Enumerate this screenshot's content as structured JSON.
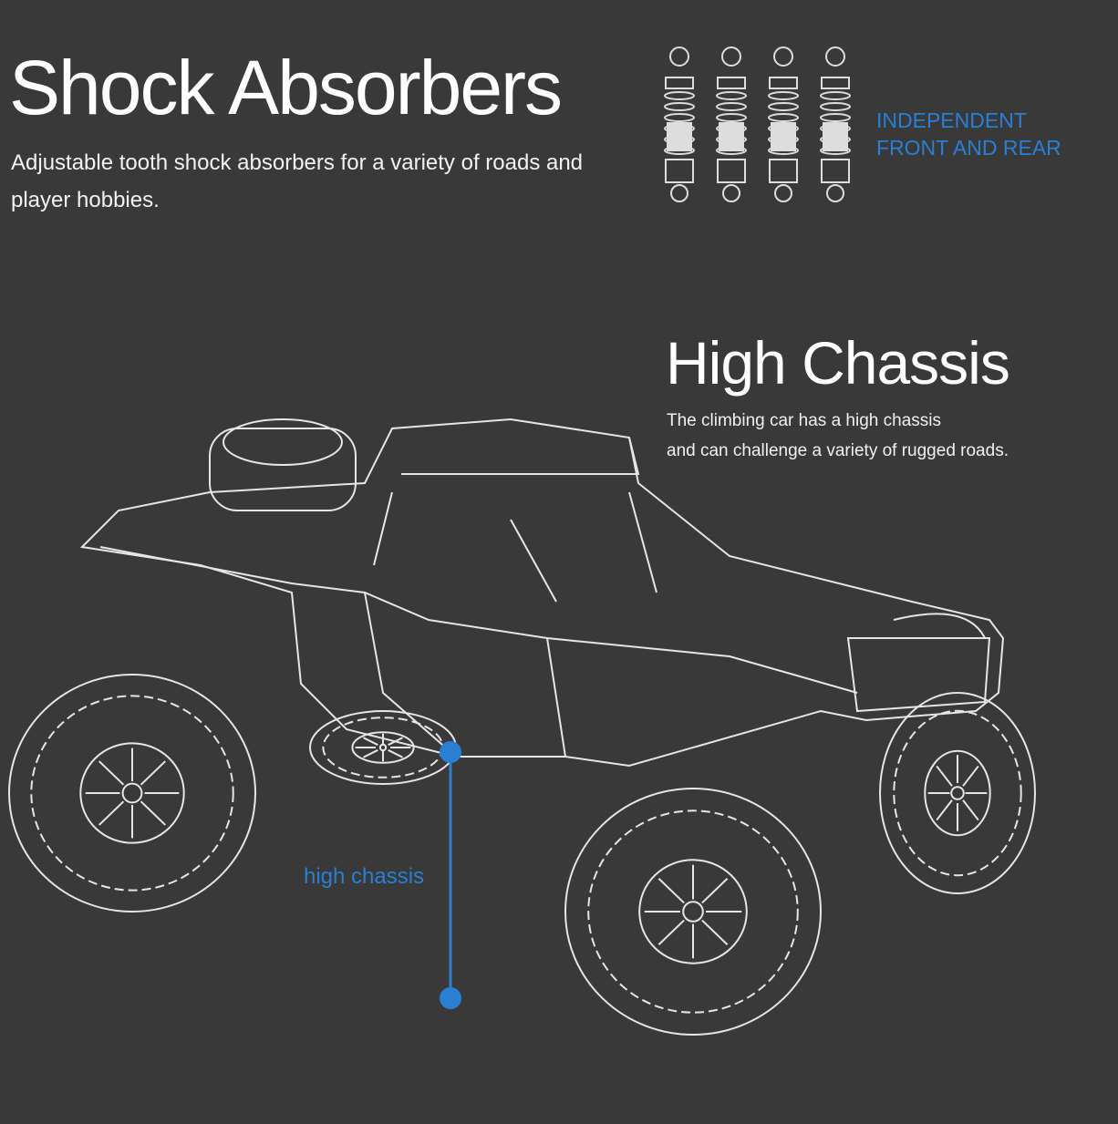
{
  "shock": {
    "title": "Shock Absorbers",
    "description": "Adjustable tooth shock absorbers for a variety of roads and player hobbies.",
    "feature_line1": "INDEPENDENT",
    "feature_line2": "FRONT AND REAR"
  },
  "chassis": {
    "title": "High Chassis",
    "line1": "The climbing car has a high chassis",
    "line2": "and can challenge a variety of rugged roads.",
    "marker_label": "high chassis"
  },
  "colors": {
    "background": "#393939",
    "accent": "#2a7fd4"
  }
}
